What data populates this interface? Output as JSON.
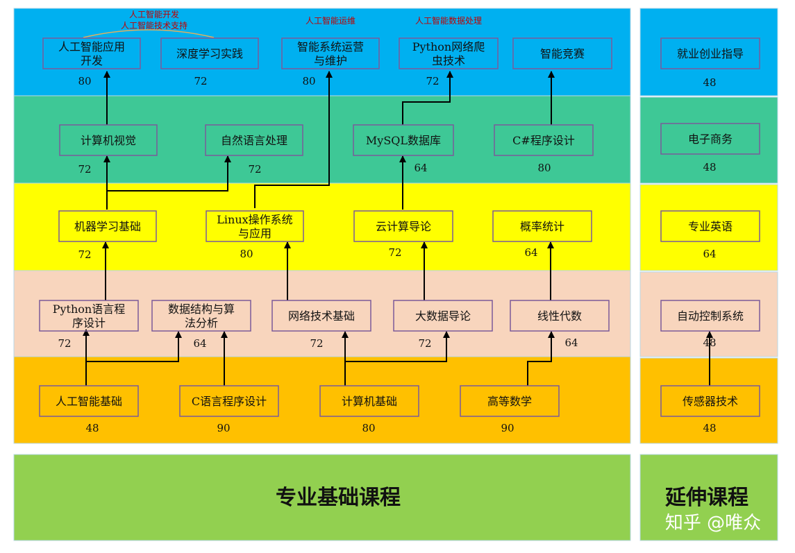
{
  "colors": {
    "band_top": "#00b0f0",
    "band_2": "#3ec896",
    "band_3": "#ffff00",
    "band_4": "#f8d5bd",
    "band_5": "#ffc000",
    "footer": "#92d050",
    "box_border": "#7a5a9a",
    "annotation": "#c00000",
    "bracket": "#e0b060"
  },
  "main": {
    "row1": [
      {
        "label": "人工智能应用\n开发",
        "hours": "80"
      },
      {
        "label": "深度学习实践",
        "hours": "72"
      },
      {
        "label": "智能系统运营\n与维护",
        "hours": "80"
      },
      {
        "label": "Python网络爬\n虫技术",
        "hours": "72"
      },
      {
        "label": "智能竞赛",
        "hours": ""
      }
    ],
    "row2": [
      {
        "label": "计算机视觉",
        "hours": "72"
      },
      {
        "label": "自然语言处理",
        "hours": "72"
      },
      {
        "label": "MySQL数据库",
        "hours": "64"
      },
      {
        "label": "C#程序设计",
        "hours": "80"
      }
    ],
    "row3": [
      {
        "label": "机器学习基础",
        "hours": "72"
      },
      {
        "label": "Linux操作系统\n与应用",
        "hours": "80"
      },
      {
        "label": "云计算导论",
        "hours": "72"
      },
      {
        "label": "概率统计",
        "hours": "64"
      }
    ],
    "row4": [
      {
        "label": "Python语言程\n序设计",
        "hours": "72"
      },
      {
        "label": "数据结构与算\n法分析",
        "hours": "64"
      },
      {
        "label": "网络技术基础",
        "hours": "72"
      },
      {
        "label": "大数据导论",
        "hours": "72"
      },
      {
        "label": "线性代数",
        "hours": "64"
      }
    ],
    "row5": [
      {
        "label": "人工智能基础",
        "hours": "48"
      },
      {
        "label": "C语言程序设计",
        "hours": "90"
      },
      {
        "label": "计算机基础",
        "hours": "80"
      },
      {
        "label": "高等数学",
        "hours": "90"
      }
    ]
  },
  "side": [
    {
      "label": "就业创业指导",
      "hours": "48"
    },
    {
      "label": "电子商务",
      "hours": "48"
    },
    {
      "label": "专业英语",
      "hours": "64"
    },
    {
      "label": "自动控制系统",
      "hours": "48"
    },
    {
      "label": "传感器技术",
      "hours": "48"
    }
  ],
  "annotations": {
    "job1_line1": "人工智能开发",
    "job1_line2": "人工智能技术支持",
    "job2": "人工智能运维",
    "job3": "人工智能数据处理"
  },
  "footer": {
    "main_title": "专业基础课程",
    "side_title": "延伸课程",
    "watermark": "知乎 @唯众"
  }
}
